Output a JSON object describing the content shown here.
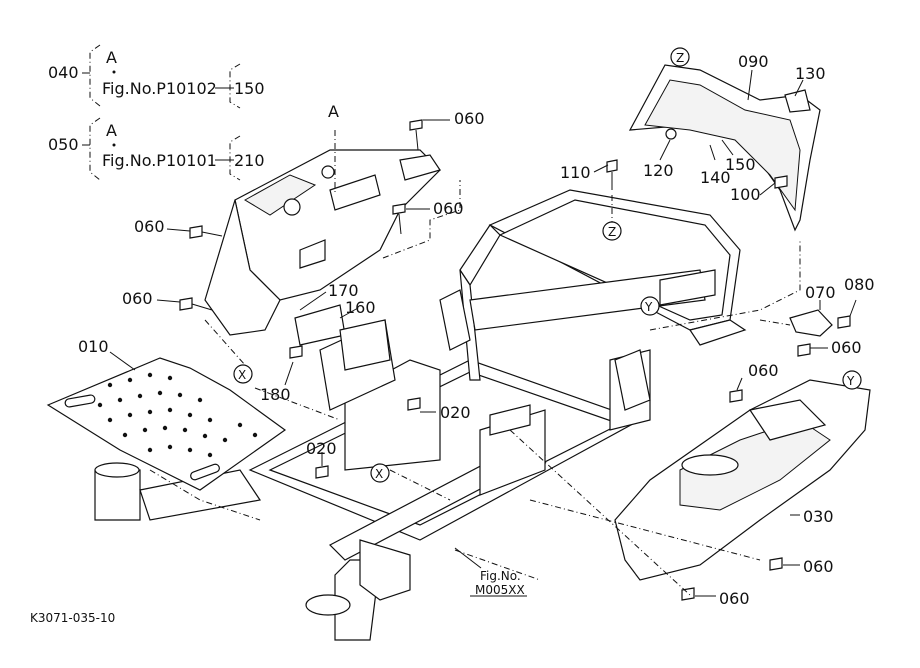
{
  "figure_code": "K3071-035-10",
  "references": [
    {
      "key": "040",
      "line1": "A",
      "line2": "Fig.No.P10102",
      "qty": "150"
    },
    {
      "key": "050",
      "line1": "A",
      "line2": "Fig.No.P10101",
      "qty": "210"
    }
  ],
  "fig_ref": {
    "line1": "Fig.No.",
    "line2": "M005XX"
  },
  "callouts": {
    "c010": "010",
    "c020a": "020",
    "c020b": "020",
    "c030": "030",
    "c060a": "060",
    "c060b": "060",
    "c060c": "060",
    "c060d": "060",
    "c060e": "060",
    "c060f": "060",
    "c060g": "060",
    "c060h": "060",
    "c070": "070",
    "c080": "080",
    "c090": "090",
    "c100": "100",
    "c110": "110",
    "c120": "120",
    "c130": "130",
    "c140": "140",
    "c150": "150",
    "c160": "160",
    "c170": "170",
    "c180": "180"
  },
  "markers": {
    "a": "A",
    "x1": "X",
    "x2": "X",
    "y1": "Y",
    "y2": "Y",
    "z1": "Z",
    "z2": "Z"
  }
}
